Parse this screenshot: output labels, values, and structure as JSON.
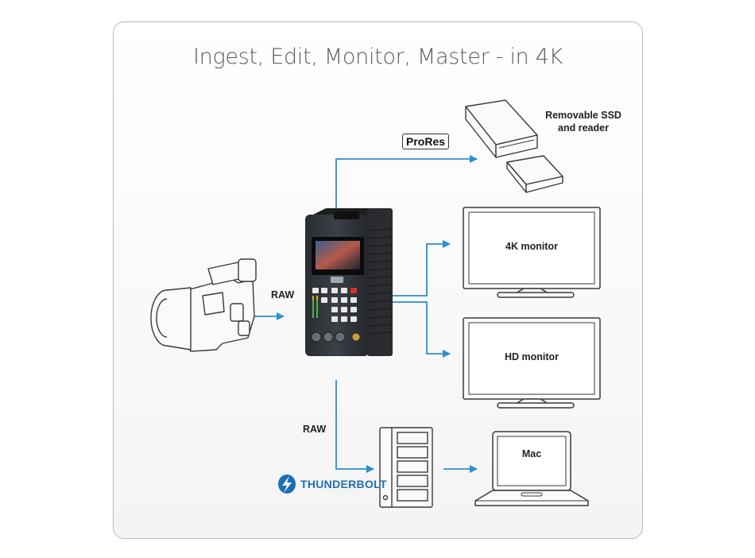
{
  "title": "Ingest, Edit, Monitor, Master - in 4K",
  "labels": {
    "raw_camera": "RAW",
    "raw_storage": "RAW",
    "prores": "ProRes",
    "ssd": "Removable SSD and reader",
    "monitor_4k": "4K monitor",
    "monitor_hd": "HD monitor",
    "mac": "Mac",
    "thunderbolt": "THUNDERBOLT"
  },
  "colors": {
    "arrow": "#2b8fd0",
    "outline": "#3a3a3a",
    "thunderbolt": "#1d6fb8"
  },
  "icons": [
    "camera-icon",
    "recorder-device-icon",
    "ssd-icon",
    "monitor-icon",
    "storage-tower-icon",
    "laptop-icon",
    "thunderbolt-icon"
  ]
}
